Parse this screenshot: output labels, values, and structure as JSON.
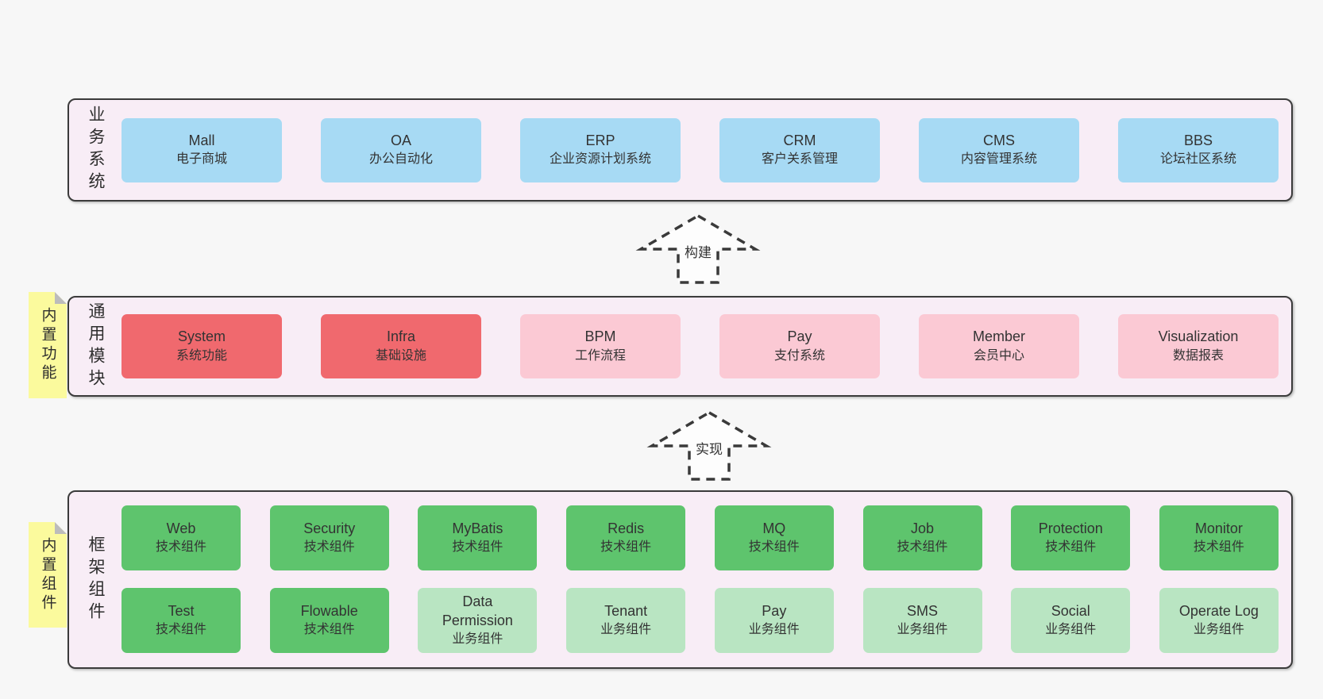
{
  "palette": {
    "page_bg": "#f7f7f7",
    "panel_bg": "#f8edf6",
    "panel_border": "#3b3b3b",
    "blue_box": "#a7daf4",
    "red_box": "#f0696e",
    "pink_box": "#fbc9d4",
    "green_box": "#5ec46d",
    "light_green_box": "#b9e5c2",
    "sticky_bg": "#fbfa9d",
    "sticky_fold": "#bcbcbc",
    "text": "#333333"
  },
  "arrows": [
    {
      "label": "构建"
    },
    {
      "label": "实现"
    }
  ],
  "layers": [
    {
      "vertical_label": "业务系统",
      "boxes": [
        {
          "name": "Mall",
          "subtitle": "电子商城"
        },
        {
          "name": "OA",
          "subtitle": "办公自动化"
        },
        {
          "name": "ERP",
          "subtitle": "企业资源计划系统"
        },
        {
          "name": "CRM",
          "subtitle": "客户关系管理"
        },
        {
          "name": "CMS",
          "subtitle": "内容管理系统"
        },
        {
          "name": "BBS",
          "subtitle": "论坛社区系统"
        }
      ]
    },
    {
      "sticky_label": "内置功能",
      "vertical_label": "通用模块",
      "boxes": [
        {
          "name": "System",
          "subtitle": "系统功能"
        },
        {
          "name": "Infra",
          "subtitle": "基础设施"
        },
        {
          "name": "BPM",
          "subtitle": "工作流程"
        },
        {
          "name": "Pay",
          "subtitle": "支付系统"
        },
        {
          "name": "Member",
          "subtitle": "会员中心"
        },
        {
          "name": "Visualization",
          "subtitle": "数据报表"
        }
      ]
    },
    {
      "sticky_label": "内置组件",
      "vertical_label": "框架组件",
      "rows": [
        [
          {
            "name": "Web",
            "subtitle": "技术组件"
          },
          {
            "name": "Security",
            "subtitle": "技术组件"
          },
          {
            "name": "MyBatis",
            "subtitle": "技术组件"
          },
          {
            "name": "Redis",
            "subtitle": "技术组件"
          },
          {
            "name": "MQ",
            "subtitle": "技术组件"
          },
          {
            "name": "Job",
            "subtitle": "技术组件"
          },
          {
            "name": "Protection",
            "subtitle": "技术组件"
          },
          {
            "name": "Monitor",
            "subtitle": "技术组件"
          }
        ],
        [
          {
            "name": "Test",
            "subtitle": "技术组件"
          },
          {
            "name": "Flowable",
            "subtitle": "技术组件"
          },
          {
            "name": "Data Permission",
            "subtitle": "业务组件"
          },
          {
            "name": "Tenant",
            "subtitle": "业务组件"
          },
          {
            "name": "Pay",
            "subtitle": "业务组件"
          },
          {
            "name": "SMS",
            "subtitle": "业务组件"
          },
          {
            "name": "Social",
            "subtitle": "业务组件"
          },
          {
            "name": "Operate Log",
            "subtitle": "业务组件"
          }
        ]
      ]
    }
  ]
}
